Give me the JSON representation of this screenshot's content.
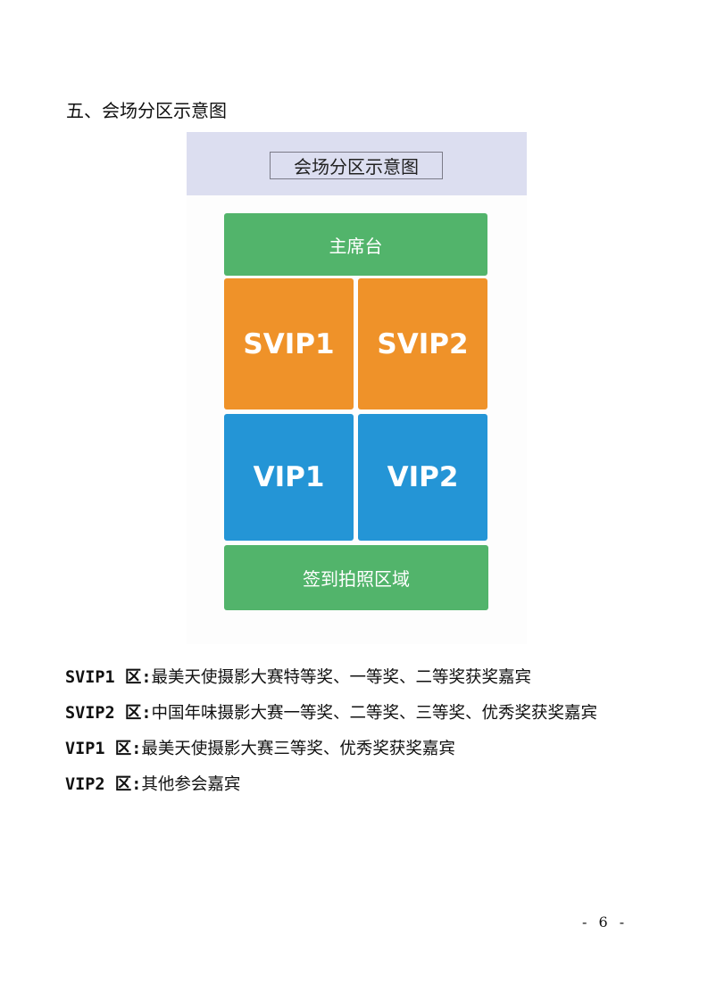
{
  "heading": "五、会场分区示意图",
  "diagram": {
    "title": "会场分区示意图",
    "zones": {
      "stage": "主席台",
      "svip1": "SVIP1",
      "svip2": "SVIP2",
      "vip1": "VIP1",
      "vip2": "VIP2",
      "signin": "签到拍照区域"
    },
    "colors": {
      "band": "#dcdef0",
      "green": "#52b46b",
      "orange": "#ef9229",
      "blue": "#2495d6"
    }
  },
  "descriptions": [
    {
      "label": "SVIP1 区:",
      "text": "最美天使摄影大赛特等奖、一等奖、二等奖获奖嘉宾"
    },
    {
      "label": "SVIP2 区:",
      "text": "中国年味摄影大赛一等奖、二等奖、三等奖、优秀奖获奖嘉宾"
    },
    {
      "label": "VIP1 区:",
      "text": "最美天使摄影大赛三等奖、优秀奖获奖嘉宾"
    },
    {
      "label": "VIP2 区:",
      "text": "其他参会嘉宾"
    }
  ],
  "page_number": "- 6 -"
}
